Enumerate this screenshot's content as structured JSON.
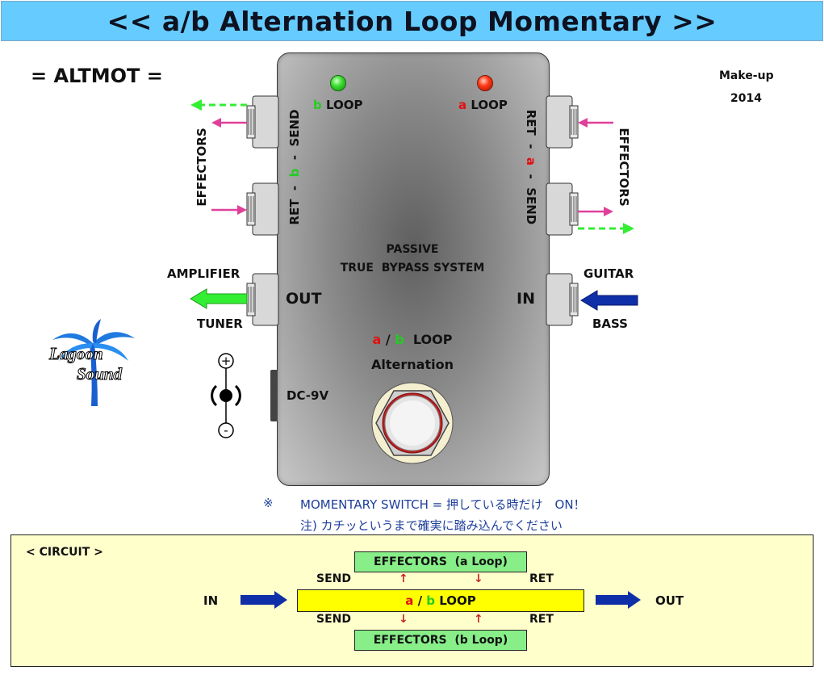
{
  "title": "<< a/b Alternation Loop Momentary >>",
  "model_name": "= ALTMOT =",
  "makeup": {
    "label": "Make-up",
    "year": "2014"
  },
  "pedal": {
    "led_b": {
      "letter": "b",
      "text": "LOOP",
      "color": "#3bdf2e"
    },
    "led_a": {
      "letter": "a",
      "text": "LOOP",
      "color": "#ff3a18"
    },
    "left_jack_label": {
      "ret": "RET",
      "dash1": "-",
      "letter": "b",
      "dash2": "-",
      "send": "SEND"
    },
    "right_jack_label": {
      "ret": "RET",
      "dash1": "-",
      "letter": "a",
      "dash2": "-",
      "send": "SEND"
    },
    "passive_line1": "PASSIVE",
    "passive_line2": "TRUE  BYPASS SYSTEM",
    "out_label": "OUT",
    "in_label": "IN",
    "switch_label": {
      "a": "a",
      "slash": "/",
      "b": "b",
      "loop": "LOOP"
    },
    "alternation": "Alternation",
    "dc_label": "DC-9V"
  },
  "side": {
    "effectors_left": "EFFECTORS",
    "effectors_right": "EFFECTORS",
    "amplifier": "AMPLIFIER",
    "tuner": "TUNER",
    "guitar": "GUITAR",
    "bass": "BASS",
    "polarity_plus": "+",
    "polarity_minus": "-"
  },
  "logo": {
    "line1": "Lagoon",
    "line2": "Sound"
  },
  "notes": {
    "mark": "※",
    "line1": "MOMENTARY SWITCH = 押している時だけ　ON！",
    "line2": "注) カチッというまで確実に踏み込んでください"
  },
  "circuit": {
    "heading": "< CIRCUIT >",
    "eff_a": "EFFECTORS  (a Loop)",
    "eff_b": "EFFECTORS  (b Loop)",
    "loop": {
      "a": "a",
      "slash": "/",
      "b": "b",
      "loop": "LOOP"
    },
    "send_top": "SEND",
    "ret_top": "RET",
    "send_bottom": "SEND",
    "ret_bottom": "RET",
    "in": "IN",
    "out": "OUT",
    "arrow_up": "↑",
    "arrow_down": "↓"
  },
  "colors": {
    "title_bg": "#66ccff",
    "green_arrow": "#33ee33",
    "blue_arrow": "#0f2fa8",
    "pink_arrow": "#e0409a",
    "circuit_bg": "#ffffcc",
    "loop_box": "#ffff00",
    "effector_box": "#88ee88"
  }
}
